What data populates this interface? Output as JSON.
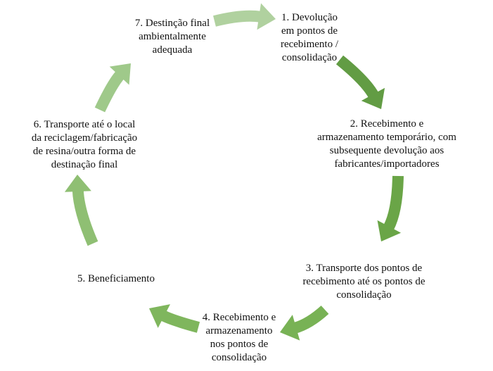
{
  "steps": [
    {
      "label": "1. Devolução\nem pontos de\nrecebimento /\nconsolidação"
    },
    {
      "label": "2. Recebimento e\narmazenamento temporário, com\nsubsequente devolução aos\nfabricantes/importadores"
    },
    {
      "label": "3. Transporte dos pontos de\nrecebimento até os pontos de\nconsolidação"
    },
    {
      "label": "4. Recebimento e\narmazenamento\nnos  pontos de\nconsolidação"
    },
    {
      "label": "5. Beneficiamento"
    },
    {
      "label": "6. Transporte até o local\nda reciclagem/fabricação\nde resina/outra forma de\ndestinação final"
    },
    {
      "label": "7. Destinção final\nambientalmente\nadequada"
    }
  ],
  "arrow_colors": [
    "#629c44",
    "#6aa547",
    "#78b255",
    "#7fb65d",
    "#8fbf73",
    "#9fc98a",
    "#b0d19f"
  ]
}
